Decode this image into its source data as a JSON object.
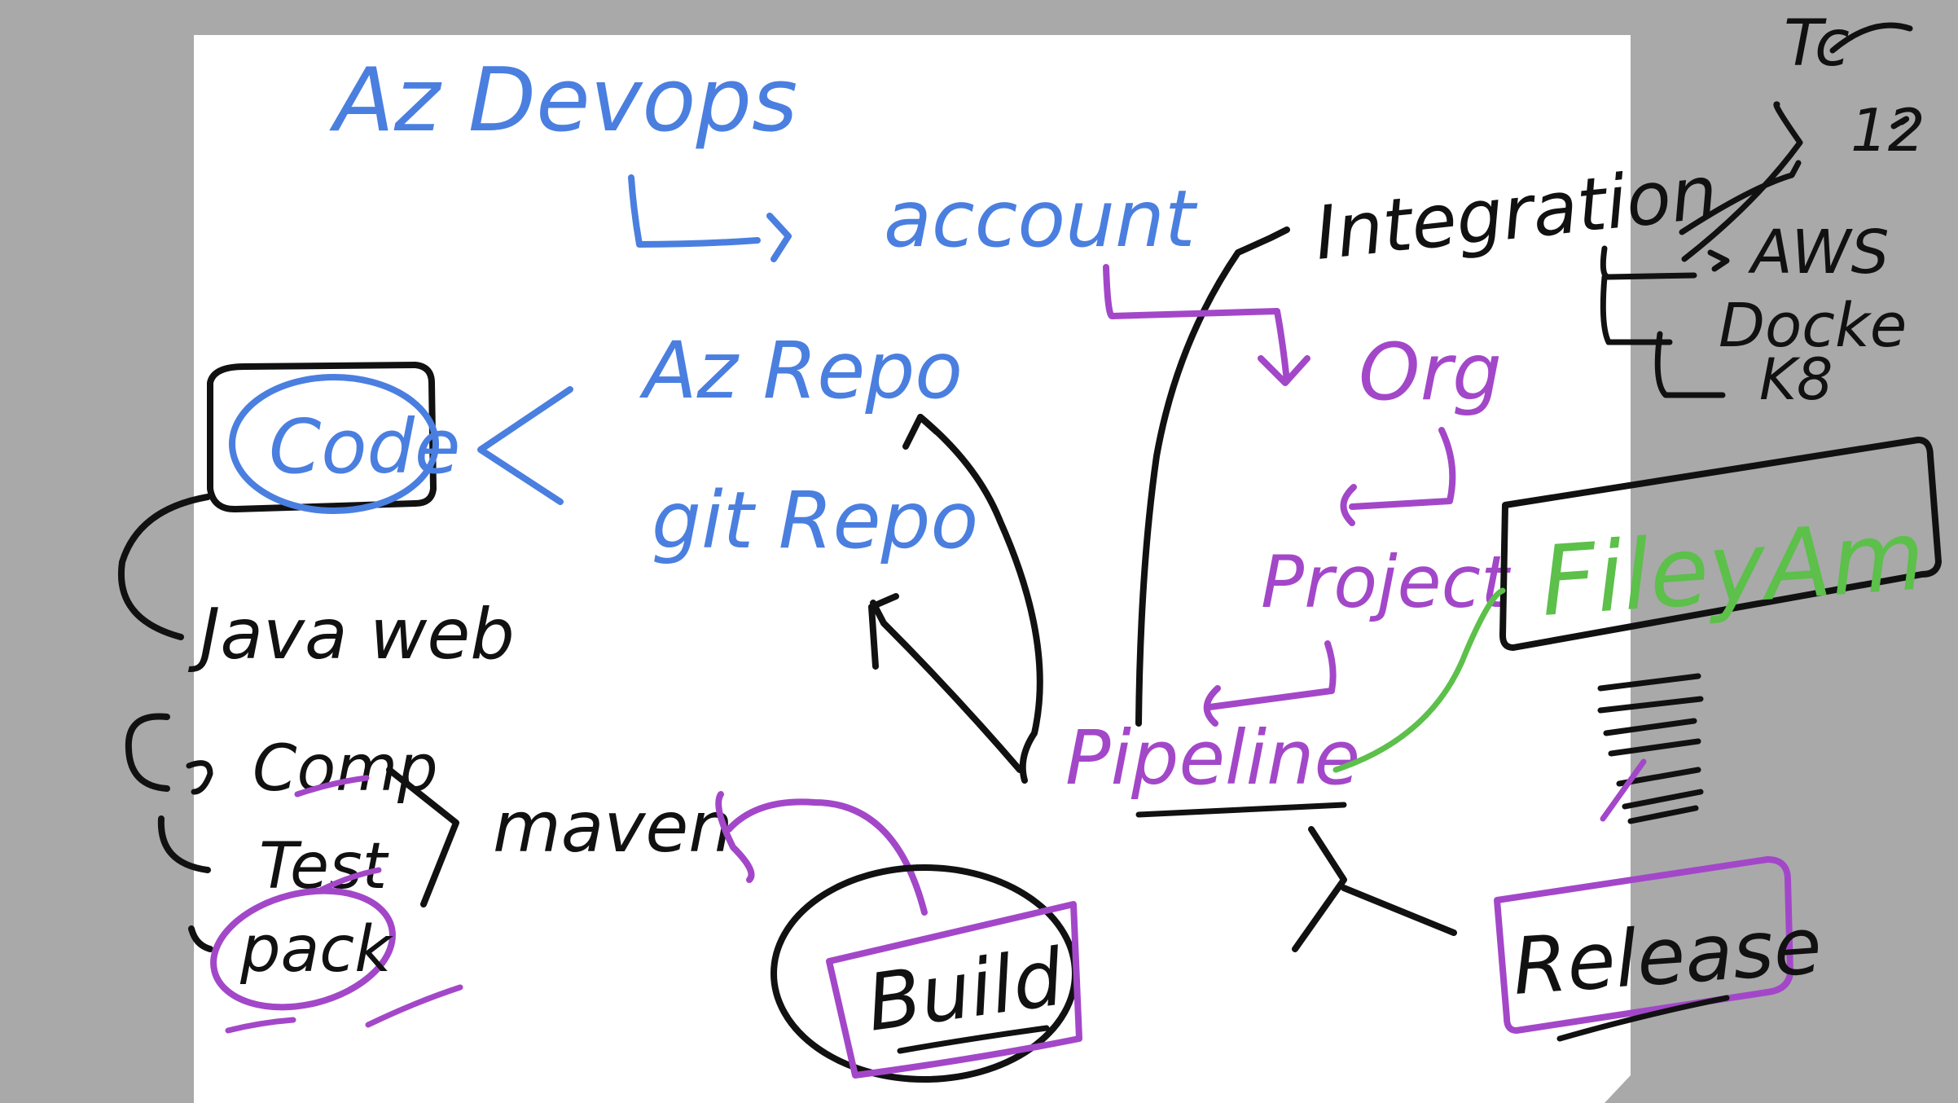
{
  "colors": {
    "canvas": "#a9a9a9",
    "board": "#ffffff",
    "blue": "#4a7fe0",
    "black": "#111111",
    "purple": "#a347c9",
    "green": "#5cc04a"
  },
  "labels": {
    "az_devops": "Az Devops",
    "account": "account",
    "integration": "Integration",
    "tools_top_a": "Tc",
    "tools_top_b": "12",
    "aws": "AWS",
    "docker": "Docke",
    "k8": "K8",
    "az_repo": "Az Repo",
    "git_repo": "git Repo",
    "code": "Code",
    "java_web": "Java web",
    "org": "Org",
    "project": "Project",
    "file_yaml": "FileyAm",
    "pipeline": "Pipeline",
    "comp": "Comp",
    "test": "Test",
    "pack": "pack",
    "maven": "maven",
    "build": "Build",
    "release": "Release"
  }
}
